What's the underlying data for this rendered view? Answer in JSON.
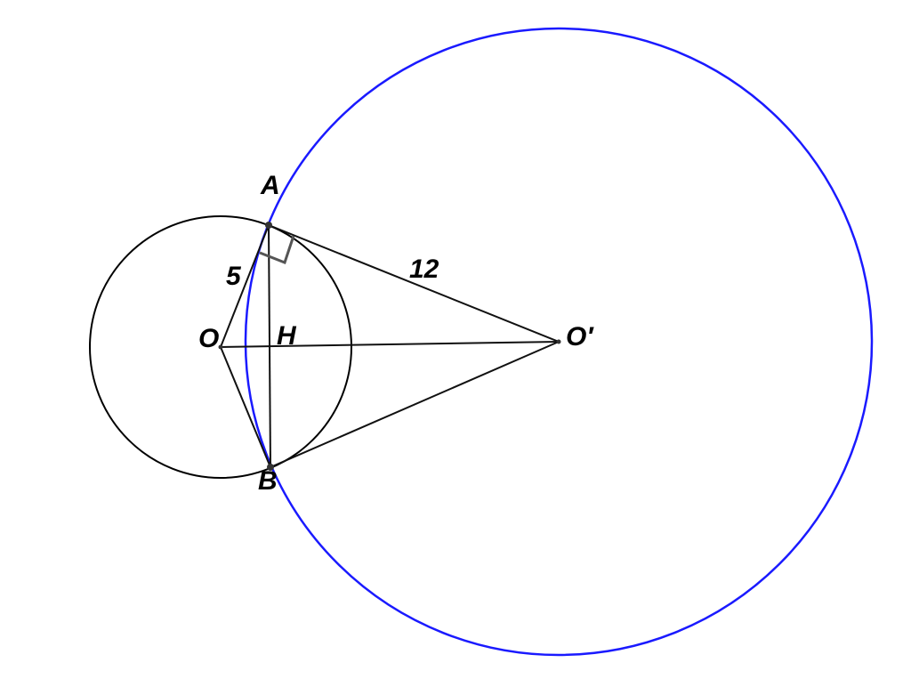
{
  "diagram": {
    "points": {
      "A": "A",
      "B": "B",
      "O": "O",
      "O_prime": "O′",
      "H": "H"
    },
    "lengths": {
      "OA": "5",
      "AO_prime": "12"
    },
    "colors": {
      "small_circle": "#000000",
      "large_circle": "#1a1aff",
      "segments": "#111111",
      "right_angle_mark": "#555555"
    }
  }
}
